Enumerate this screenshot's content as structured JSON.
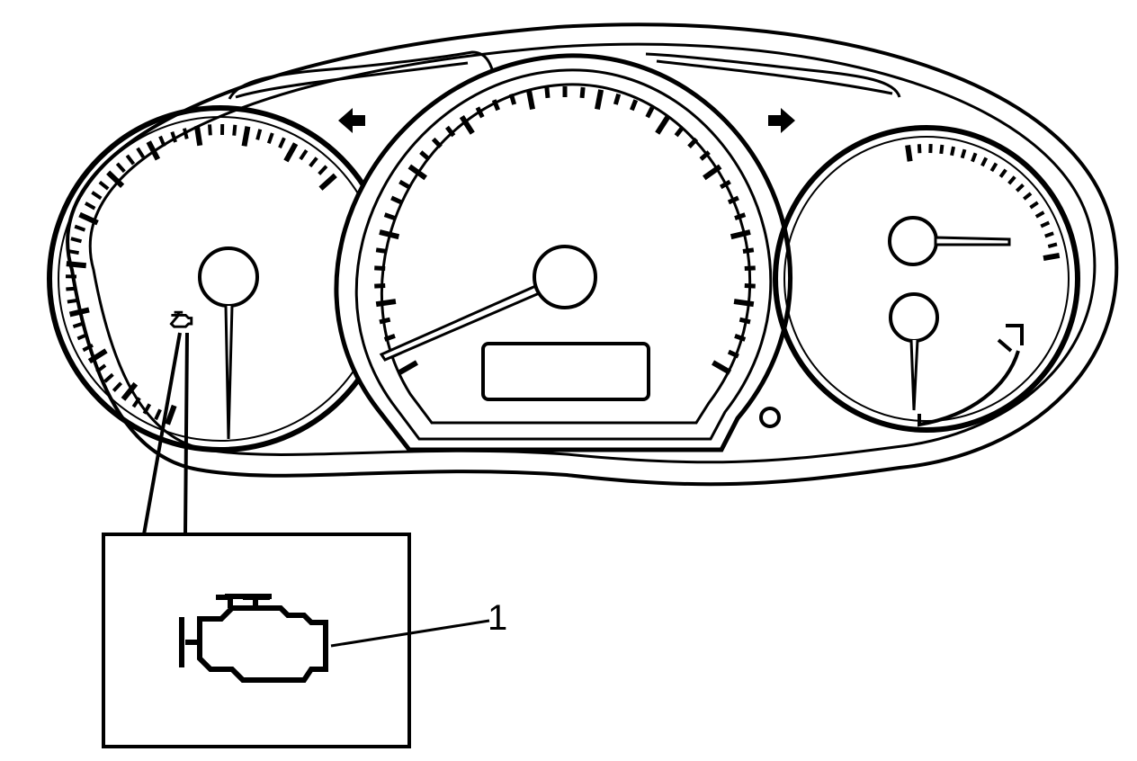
{
  "diagram": {
    "subject": "instrument-cluster",
    "line_color": "#000000",
    "background": "#ffffff",
    "gauges": [
      "tachometer",
      "speedometer",
      "fuel-temperature-gauge"
    ],
    "indicator_symbol": "check-engine-icon",
    "callouts": [
      {
        "number": "1",
        "target": "malfunction-indicator-lamp"
      }
    ]
  }
}
